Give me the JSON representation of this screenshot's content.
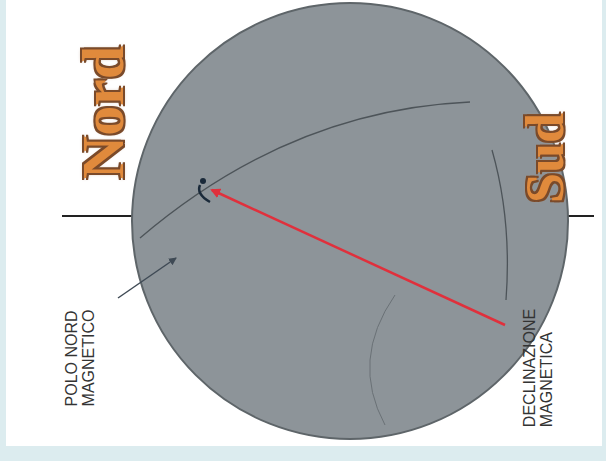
{
  "diagram": {
    "labels": [
      "Nord",
      "Sud",
      "POLO NORD MAGNETICO",
      "DECLINAZIONE MAGNETICA"
    ]
  }
}
